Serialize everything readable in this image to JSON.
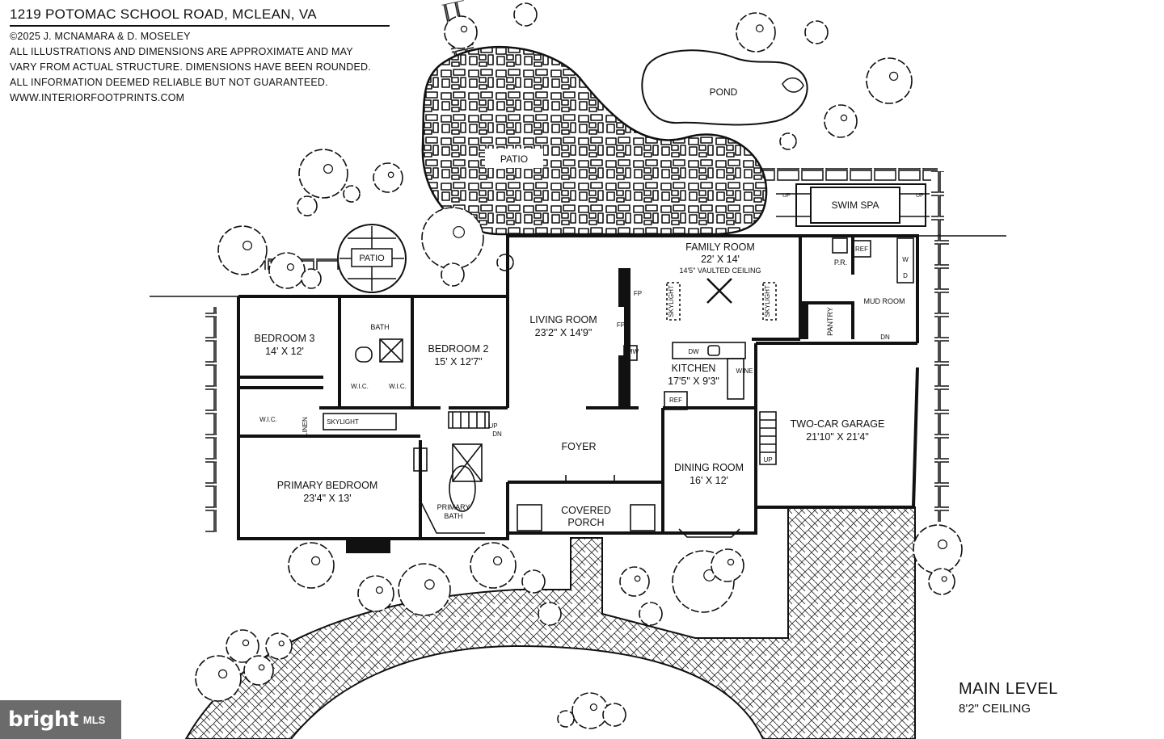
{
  "header": {
    "address": "1219 POTOMAC SCHOOL ROAD, MCLEAN, VA",
    "copyright": "©2025 J. MCNAMARA & D. MOSELEY",
    "disclaimer": [
      "ALL ILLUSTRATIONS AND DIMENSIONS ARE APPROXIMATE AND MAY",
      "VARY FROM ACTUAL STRUCTURE. DIMENSIONS HAVE BEEN ROUNDED.",
      "ALL INFORMATION DEEMED RELIABLE BUT NOT GUARANTEED."
    ],
    "website": "WWW.INTERIORFOOTPRINTS.COM"
  },
  "level": {
    "title": "MAIN LEVEL",
    "ceiling": "8'2\" CEILING"
  },
  "logo": {
    "brand": "bright",
    "suffix": "MLS"
  },
  "rooms": {
    "bedroom3": {
      "name": "BEDROOM 3",
      "dims": "14' X 12'"
    },
    "bedroom2": {
      "name": "BEDROOM 2",
      "dims": "15' X 12'7\""
    },
    "bath": {
      "name": "BATH"
    },
    "primary_bedroom": {
      "name": "PRIMARY BEDROOM",
      "dims": "23'4\" X 13'"
    },
    "primary_bath": {
      "name1": "PRIMARY",
      "name2": "BATH"
    },
    "living_room": {
      "name": "LIVING ROOM",
      "dims": "23'2\" X 14'9\""
    },
    "family_room": {
      "name": "FAMILY ROOM",
      "dims": "22' X 14'",
      "note": "14'5\" VAULTED CEILING"
    },
    "kitchen": {
      "name": "KITCHEN",
      "dims": "17'5\" X 9'3\""
    },
    "dining_room": {
      "name": "DINING ROOM",
      "dims": "16' X 12'"
    },
    "foyer": {
      "name": "FOYER"
    },
    "covered_porch": {
      "name1": "COVERED",
      "name2": "PORCH"
    },
    "garage": {
      "name": "TWO-CAR GARAGE",
      "dims": "21'10\" X 21'4\""
    },
    "mud_room": {
      "name": "MUD ROOM"
    },
    "pantry": {
      "name": "PANTRY"
    },
    "powder_room": {
      "name": "P.R."
    }
  },
  "features": {
    "pond": "POND",
    "patio_large": "PATIO",
    "patio_small": "PATIO",
    "swim_spa": "SWIM SPA",
    "wic": "W.I.C.",
    "linen": "LINEN",
    "skylight": "SKYLIGHT",
    "fireplace": "FP",
    "microwave": "MW",
    "refrigerator": "REF",
    "dishwasher": "DW",
    "wine": "WINE",
    "washer": "W",
    "dryer": "D",
    "up": "UP",
    "down": "DN"
  }
}
